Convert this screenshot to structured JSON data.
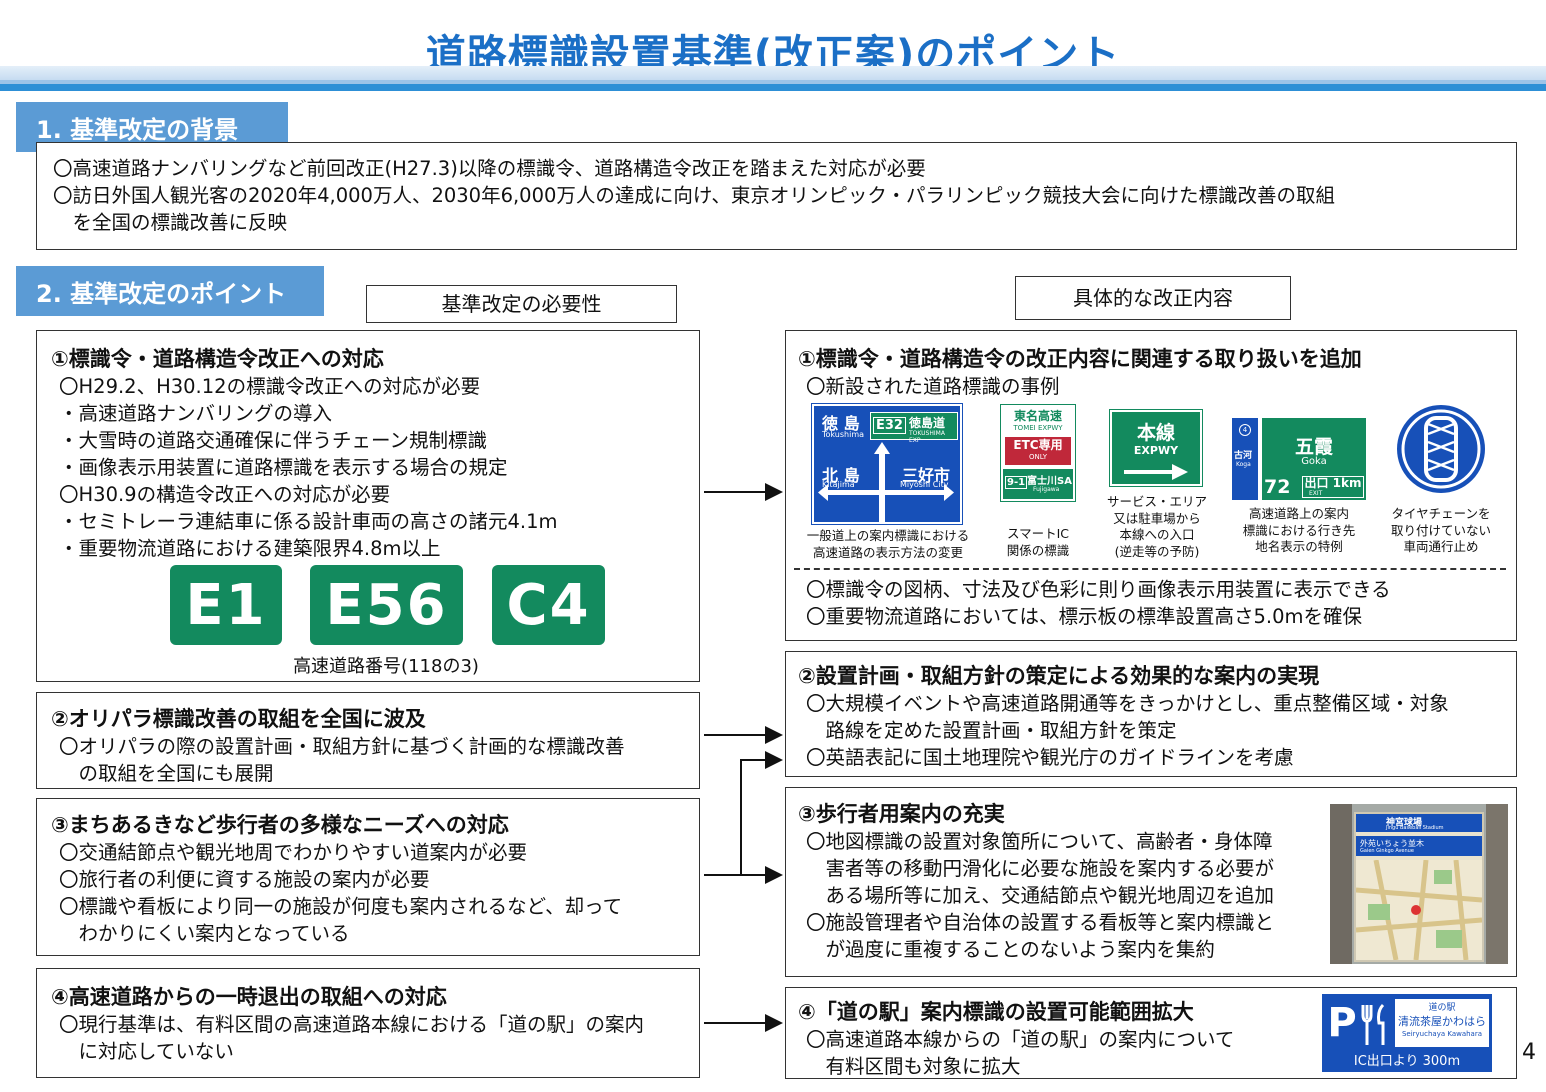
{
  "title": "道路標識設置基準(改正案)のポイント",
  "section1": {
    "heading": "1. 基準改定の背景",
    "lines": [
      "〇高速道路ナンバリングなど前回改正(H27.3)以降の標識令、道路構造令改正を踏まえた対応が必要",
      "〇訪日外国人観光客の2020年4,000万人、2030年6,000万人の達成に向け、東京オリンピック・パラリンピック競技大会に向けた標識改善の取組",
      "　を全国の標識改善に反映"
    ]
  },
  "section2": {
    "heading": "2. 基準改定のポイント",
    "left_label": "基準改定の必要性",
    "right_label": "具体的な改正内容"
  },
  "left": {
    "box1": {
      "title": "①標識令・道路構造令改正への対応",
      "lines": [
        "〇H29.2、H30.12の標識令改正への対応が必要",
        "・高速道路ナンバリングの導入",
        "・大雪時の道路交通確保に伴うチェーン規制標識",
        "・画像表示用装置に道路標識を表示する場合の規定",
        "〇H30.9の構造令改正への対応が必要",
        "・セミトレーラ連結車に係る設計車両の高さの諸元4.1m",
        "・重要物流道路における建築限界4.8m以上"
      ],
      "route_signs": [
        "E1",
        "E56",
        "C4"
      ],
      "route_caption": "高速道路番号(118の3)"
    },
    "box2": {
      "title": "②オリパラ標識改善の取組を全国に波及",
      "lines": [
        "〇オリパラの際の設置計画・取組方針に基づく計画的な標識改善",
        "　の取組を全国にも展開"
      ]
    },
    "box3": {
      "title": "③まちあるきなど歩行者の多様なニーズへの対応",
      "lines": [
        "〇交通結節点や観光地周でわかりやすい道案内が必要",
        "〇旅行者の利便に資する施設の案内が必要",
        "〇標識や看板により同一の施設が何度も案内されるなど、却って",
        "　わかりにくい案内となっている"
      ]
    },
    "box4": {
      "title": "④高速道路からの一時退出の取組への対応",
      "lines": [
        "〇現行基準は、有料区間の高速道路本線における「道の駅」の案内",
        "　に対応していない"
      ]
    }
  },
  "right": {
    "box1": {
      "title": "①標識令・道路構造令の改正内容に関連する取り扱いを追加",
      "subtitle": "〇新設された道路標識の事例",
      "sign1": {
        "top_left": "徳 島",
        "top_left_en": "Tokushima",
        "route": "E32",
        "route_name": "徳島道",
        "route_name_en": "TOKUSHIMA EXP",
        "left": "北 島",
        "left_en": "Kitajima",
        "right": "三好市",
        "right_en": "Miyoshi City",
        "caption": [
          "一般道上の案内標識における",
          "高速道路の表示方法の変更"
        ]
      },
      "sign2": {
        "title": "東名高速",
        "title_en": "TOMEI EXPWY",
        "etc": "ETC専用",
        "etc_en": "ONLY",
        "num": "9-1",
        "sa": "富士川SA",
        "sa_en": "Fujigawa",
        "caption": [
          "スマートIC",
          "関係の標識"
        ]
      },
      "sign3": {
        "title": "本線",
        "title_en": "EXPWY",
        "caption": [
          "サービス・エリア",
          "又は駐車場から",
          "本線への入口",
          "(逆走等の予防)"
        ]
      },
      "sign4": {
        "side_num": "4",
        "side": "古河",
        "side_en": "Koga",
        "name": "五霞",
        "name_en": "Goka",
        "num": "72",
        "exit": "出口 1km",
        "exit_en": "EXIT",
        "caption": [
          "高速道路上の案内",
          "標識における行き先",
          "地名表示の特例"
        ]
      },
      "sign5": {
        "caption": [
          "タイヤチェーンを",
          "取り付けていない",
          "車両通行止め"
        ]
      },
      "lines": [
        "〇標識令の図柄、寸法及び色彩に則り画像表示用装置に表示できる",
        "〇重要物流道路においては、標示板の標準設置高さ5.0mを確保"
      ]
    },
    "box2": {
      "title": "②設置計画・取組方針の策定による効果的な案内の実現",
      "lines": [
        "〇大規模イベントや高速道路開通等をきっかけとし、重点整備区域・対象",
        "　路線を定めた設置計画・取組方針を策定",
        "〇英語表記に国土地理院や観光庁のガイドラインを考慮"
      ]
    },
    "box3": {
      "title": "③歩行者用案内の充実",
      "lines": [
        "〇地図標識の設置対象箇所について、高齢者・身体障",
        "　害者等の移動円滑化に必要な施設を案内する必要が",
        "　ある場所等に加え、交通結節点や観光地周辺を追加",
        "〇施設管理者や自治体の設置する看板等と案内標識と",
        "　が過度に重複することのないよう案内を集約"
      ],
      "map_sign": {
        "top": "神宮球場",
        "top_en": "Jingu Baseball Stadium",
        "row": "外苑いちょう並木",
        "row_en": "Gaien Ginkgo Avenue"
      }
    },
    "box4": {
      "title": "④「道の駅」案内標識の設置可能範囲拡大",
      "lines": [
        "〇高速道路本線からの「道の駅」の案内について",
        "　有料区間も対象に拡大"
      ],
      "michi_sign": {
        "p": "P",
        "label": "道の駅",
        "name": "清流茶屋かわはら",
        "name_en": "Seiryuchaya Kawahara",
        "bottom": "IC出口より 300m"
      }
    }
  },
  "page_number": "4",
  "colors": {
    "accent_blue": "#1b6fc6",
    "header_blue": "#5b9bd5",
    "route_green": "#138a5e",
    "sign_blue": "#1750b8"
  }
}
